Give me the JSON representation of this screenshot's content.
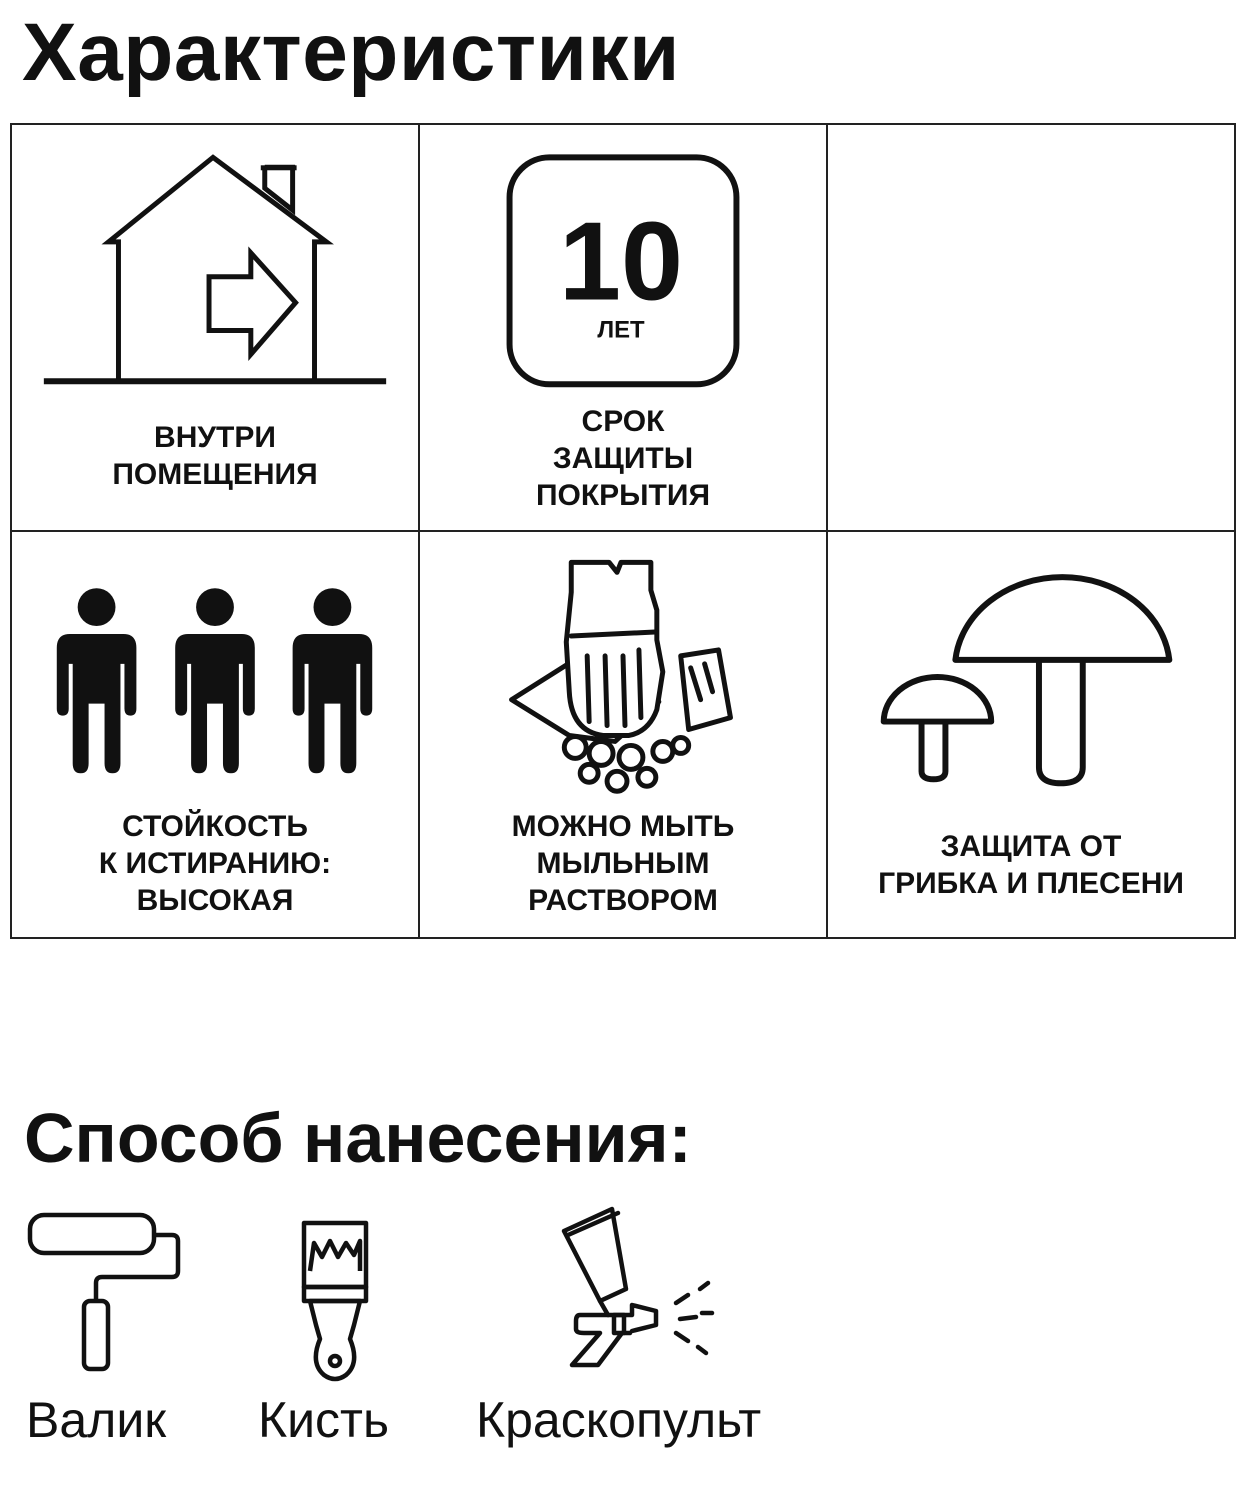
{
  "header": {
    "title": "Характеристики"
  },
  "features": [
    {
      "icon": "house-arrow-icon",
      "lines": [
        "ВНУТРИ",
        "ПОМЕЩЕНИЯ"
      ]
    },
    {
      "icon": "ten-years-badge-icon",
      "badge_number": "10",
      "badge_unit": "ЛЕТ",
      "lines": [
        "СРОК",
        "ЗАЩИТЫ",
        "ПОКРЫТИЯ"
      ]
    },
    {
      "icon": "blank-cell",
      "lines": []
    },
    {
      "icon": "three-people-icon",
      "lines": [
        "СТОЙКОСТЬ",
        "К ИСТИРАНИЮ:",
        "ВЫСОКАЯ"
      ]
    },
    {
      "icon": "glove-sponge-soap-icon",
      "lines": [
        "МОЖНО МЫТЬ",
        "МЫЛЬНЫМ",
        "РАСТВОРОМ"
      ]
    },
    {
      "icon": "mushrooms-icon",
      "lines": [
        "ЗАЩИТА ОТ",
        "ГРИБКА И ПЛЕСЕНИ"
      ]
    }
  ],
  "application": {
    "title": "Способ нанесения:",
    "tools": [
      {
        "icon": "paint-roller-icon",
        "label": "Валик"
      },
      {
        "icon": "paint-brush-icon",
        "label": "Кисть"
      },
      {
        "icon": "spray-gun-icon",
        "label": "Краскопульт"
      }
    ]
  }
}
